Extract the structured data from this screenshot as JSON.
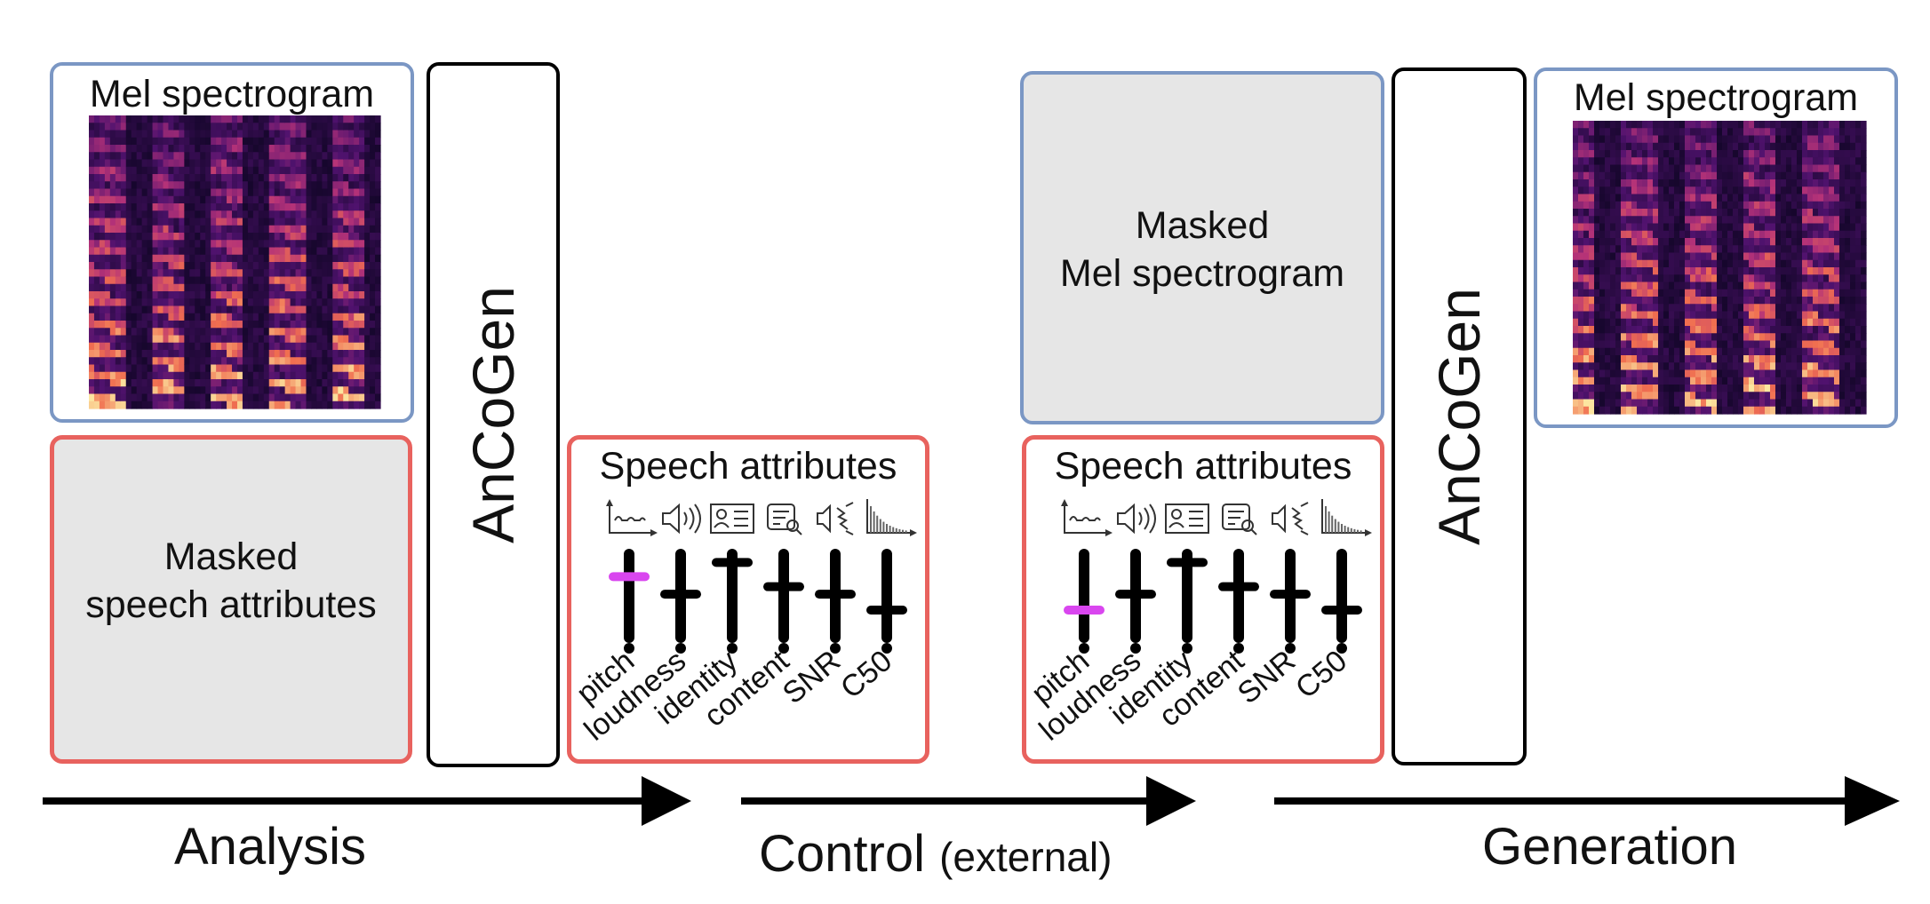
{
  "analysis": {
    "mel_title": "Mel spectrogram",
    "masked_attributes": "Masked\nspeech attributes",
    "model": "AnCoGen"
  },
  "control": {
    "attributes_title": "Speech attributes",
    "masked_mel": "Masked\nMel spectrogram"
  },
  "generation": {
    "model": "AnCoGen",
    "mel_title": "Mel spectrogram"
  },
  "attributes": [
    {
      "name": "pitch",
      "icon": "pitch-contour-icon"
    },
    {
      "name": "loudness",
      "icon": "speaker-volume-icon"
    },
    {
      "name": "identity",
      "icon": "id-card-icon"
    },
    {
      "name": "content",
      "icon": "transcript-icon"
    },
    {
      "name": "SNR",
      "icon": "noisy-speaker-icon"
    },
    {
      "name": "C50",
      "icon": "reverb-decay-icon"
    }
  ],
  "slider_levels_panel1": [
    0.73,
    0.52,
    0.9,
    0.61,
    0.52,
    0.33
  ],
  "slider_levels_panel2": [
    0.33,
    0.52,
    0.9,
    0.61,
    0.52,
    0.33
  ],
  "colors": {
    "blue_border": "#7b97c4",
    "red_border": "#e8625e",
    "highlight": "#d946ef",
    "gray_fill": "#e6e6e6"
  },
  "stages": {
    "analysis": "Analysis",
    "control": "Control",
    "control_note": "(external)",
    "generation": "Generation"
  }
}
